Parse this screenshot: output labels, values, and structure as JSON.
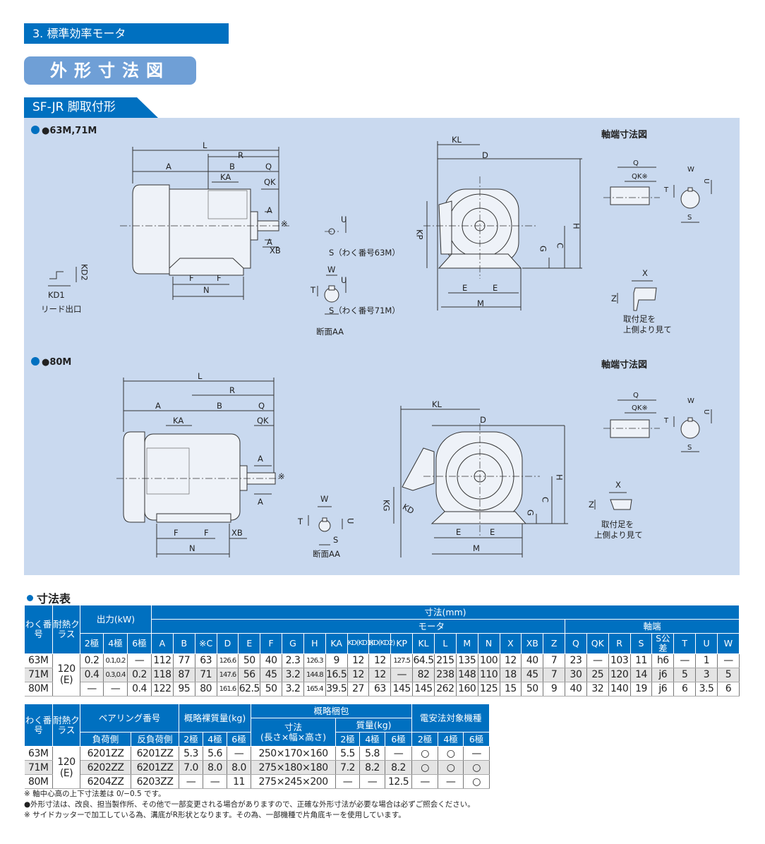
{
  "section": "3. 標準効率モータ",
  "title": "外形寸法図",
  "subtitle": "SF-JR 脚取付形",
  "drawing1": {
    "heading": "●63M,71M",
    "shaft_heading": "軸端寸法図",
    "labels": {
      "L": "L",
      "R": "R",
      "A": "A",
      "B": "B",
      "KA": "KA",
      "Q": "Q",
      "QK": "QK",
      "A1": "A",
      "A2": "A",
      "XB": "XB",
      "star": "※",
      "F1": "F",
      "F2": "F",
      "N": "N",
      "KD1": "KD1",
      "KD2": "KD2",
      "lead": "リード出口",
      "U63": "U",
      "S63": "S（わく番号63M）",
      "W71": "W",
      "T71": "T",
      "U71": "U",
      "S71": "S（わく番号71M）",
      "sectionAA": "断面AA",
      "KL": "KL",
      "D": "D",
      "KP": "KP",
      "H": "H",
      "C": "C",
      "G": "G",
      "E1": "E",
      "E2": "E",
      "M": "M",
      "sQ": "Q",
      "sQK": "QK※",
      "sW": "W",
      "sT": "T",
      "sU": "U",
      "sS": "S",
      "X": "X",
      "Z": "Z",
      "foot": "取付足を",
      "foot2": "上側より見て"
    }
  },
  "drawing2": {
    "heading": "●80M",
    "shaft_heading": "軸端寸法図",
    "labels": {
      "L": "L",
      "R": "R",
      "A": "A",
      "B": "B",
      "KA": "KA",
      "Q": "Q",
      "QK": "QK",
      "A1": "A",
      "A2": "A",
      "XB": "XB",
      "star": "※",
      "F1": "F",
      "F2": "F",
      "N": "N",
      "W": "W",
      "T": "T",
      "U": "U",
      "S": "S",
      "sectionAA": "断面AA",
      "KL": "KL",
      "D": "D",
      "KG": "KG",
      "KD": "KD",
      "H": "H",
      "C": "C",
      "G": "G",
      "E1": "E",
      "E2": "E",
      "M": "M",
      "sQ": "Q",
      "sQK": "QK※",
      "sW": "W",
      "sT": "T",
      "sU": "U",
      "sS": "S",
      "X": "X",
      "Z": "Z",
      "foot": "取付足を",
      "foot2": "上側より見て"
    }
  },
  "table1": {
    "title": "寸法表",
    "h_frame": "わく番号",
    "h_class": "耐熱クラス",
    "h_output": "出力(kW)",
    "h_dims": "寸法(mm)",
    "h_motor": "モータ",
    "h_shaft": "軸端",
    "poles": [
      "2極",
      "4極",
      "6極"
    ],
    "cols": [
      "A",
      "B",
      "※C",
      "D",
      "E",
      "F",
      "G",
      "H",
      "KA",
      "KD(KD1)",
      "KD(KD2)",
      "KP",
      "KL",
      "L",
      "M",
      "N",
      "X",
      "XB",
      "Z",
      "Q",
      "QK",
      "R",
      "S",
      "S公差",
      "T",
      "U",
      "W"
    ],
    "class_value": "120",
    "class_sub": "(E)",
    "rows": [
      {
        "frame": "63M",
        "out": [
          "0.2",
          "0.1,0.2",
          "—"
        ],
        "v": [
          "112",
          "77",
          "63",
          "126.6",
          "50",
          "40",
          "2.3",
          "126.3",
          "9",
          "12",
          "12",
          "127.5",
          "64.5",
          "215",
          "135",
          "100",
          "12",
          "40",
          "7",
          "23",
          "—",
          "103",
          "11",
          "h6",
          "—",
          "1",
          "—"
        ]
      },
      {
        "frame": "71M",
        "out": [
          "0.4",
          "0.3,0.4",
          "0.2"
        ],
        "v": [
          "118",
          "87",
          "71",
          "147.6",
          "56",
          "45",
          "3.2",
          "144.8",
          "16.5",
          "12",
          "12",
          "—",
          "82",
          "238",
          "148",
          "110",
          "18",
          "45",
          "7",
          "30",
          "25",
          "120",
          "14",
          "j6",
          "5",
          "3",
          "5"
        ]
      },
      {
        "frame": "80M",
        "out": [
          "—",
          "—",
          "0.4"
        ],
        "v": [
          "122",
          "95",
          "80",
          "161.6",
          "62.5",
          "50",
          "3.2",
          "165.4",
          "39.5",
          "27",
          "63",
          "145",
          "145",
          "262",
          "160",
          "125",
          "15",
          "50",
          "9",
          "40",
          "32",
          "140",
          "19",
          "j6",
          "6",
          "3.5",
          "6"
        ]
      }
    ]
  },
  "table2": {
    "h_frame": "わく番号",
    "h_class": "耐熱クラス",
    "h_bearing": "ベアリング番号",
    "h_load": "負荷側",
    "h_antiload": "反負荷側",
    "h_mass": "概略裸質量(kg)",
    "h_pack": "概略梱包",
    "h_size": "寸法",
    "h_size2": "(長さ×幅×高さ)",
    "h_packmass": "質量(kg)",
    "h_pse": "電安法対象機種",
    "poles": [
      "2極",
      "4極",
      "6極"
    ],
    "class_value": "120",
    "class_sub": "(E)",
    "rows": [
      {
        "frame": "63M",
        "load": "6201ZZ",
        "anti": "6201ZZ",
        "mass": [
          "5.3",
          "5.6",
          "—"
        ],
        "size": "250×170×160",
        "pmass": [
          "5.5",
          "5.8",
          "—"
        ],
        "pse": [
          "○",
          "○",
          "—"
        ]
      },
      {
        "frame": "71M",
        "load": "6202ZZ",
        "anti": "6201ZZ",
        "mass": [
          "7.0",
          "8.0",
          "8.0"
        ],
        "size": "275×180×180",
        "pmass": [
          "7.2",
          "8.2",
          "8.2"
        ],
        "pse": [
          "○",
          "○",
          "○"
        ]
      },
      {
        "frame": "80M",
        "load": "6204ZZ",
        "anti": "6203ZZ",
        "mass": [
          "—",
          "—",
          "11"
        ],
        "size": "275×245×200",
        "pmass": [
          "—",
          "—",
          "12.5"
        ],
        "pse": [
          "—",
          "—",
          "○"
        ]
      }
    ]
  },
  "notes": [
    "※ 軸中心高の上下寸法差は 0/−0.5 です。",
    "●外形寸法は、改良、担当製作所、その他で一部変更される場合がありますので、正確な外形寸法が必要な場合は必ずご照会ください。",
    "※ サイドカッターで加工している為、溝底がR形状となります。その為、一部機種で片角底キーを使用しています。"
  ]
}
